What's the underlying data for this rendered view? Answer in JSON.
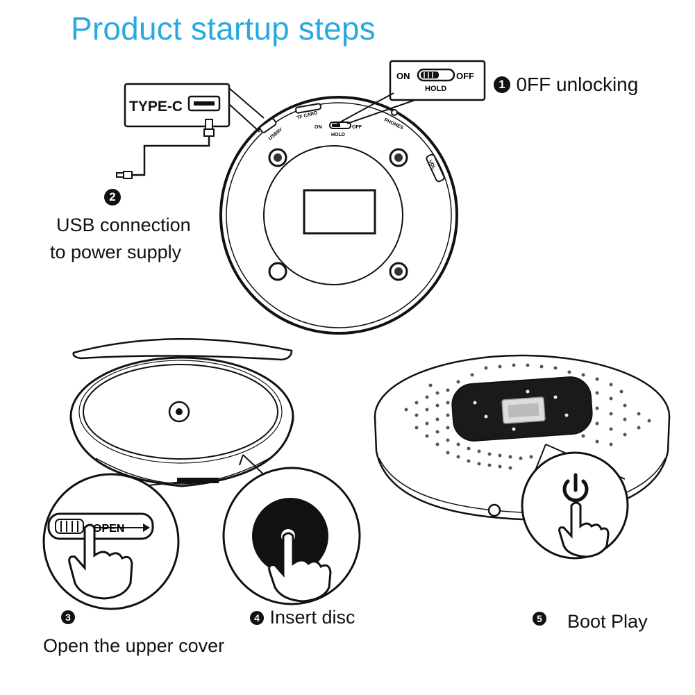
{
  "title": "Product startup steps",
  "steps": [
    {
      "number": "1",
      "text": "0FF unlocking"
    },
    {
      "number": "2",
      "text_line1": "USB connection",
      "text_line2": "to power supply"
    },
    {
      "number": "3",
      "text": "Open the upper cover"
    },
    {
      "number": "4",
      "text": "Insert disc"
    },
    {
      "number": "5",
      "text": "Boot Play"
    }
  ],
  "labels": {
    "type_c": "TYPE-C",
    "switch_on": "ON",
    "switch_off": "OFF",
    "switch_hold": "HOLD",
    "tf_card": "TF CARD",
    "usb_port": "USB5V",
    "phones": "PHONES",
    "vol": "VOL",
    "open": "OPEN"
  },
  "icons": [
    "usb-type-c-icon",
    "power-icon",
    "pointing-hand-icon",
    "cd-player-illustration"
  ]
}
